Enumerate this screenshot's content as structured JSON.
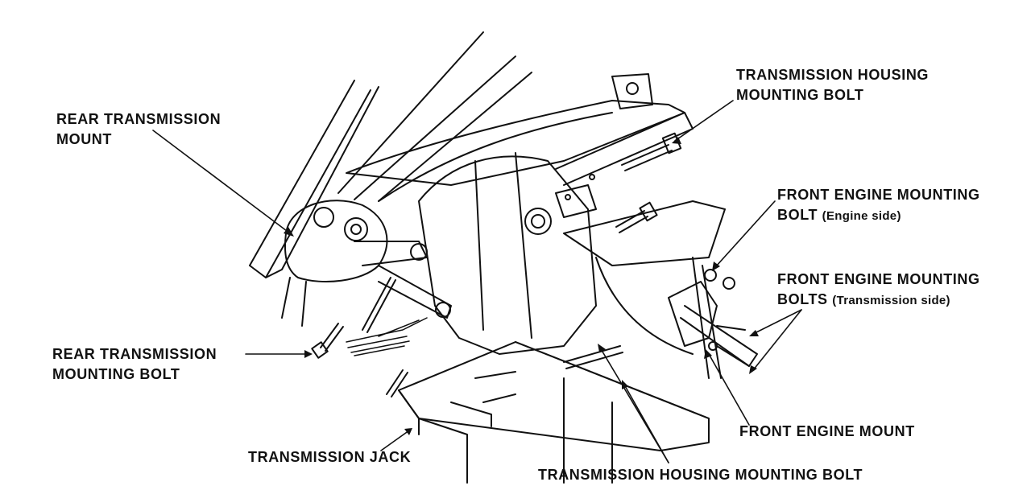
{
  "callouts": {
    "rear_transmission_mount": {
      "line1": "REAR TRANSMISSION",
      "line2": "MOUNT"
    },
    "transmission_housing_bolt_top": {
      "line1": "TRANSMISSION HOUSING",
      "line2": "MOUNTING BOLT"
    },
    "front_engine_bolt_engine_side": {
      "line1": "FRONT ENGINE MOUNTING",
      "line2": "BOLT",
      "line2_sub": "(Engine side)"
    },
    "front_engine_bolts_trans_side": {
      "line1": "FRONT ENGINE MOUNTING",
      "line2": "BOLTS",
      "line2_sub": "(Transmission side)"
    },
    "rear_transmission_bolt": {
      "line1": "REAR TRANSMISSION",
      "line2": "MOUNTING BOLT"
    },
    "front_engine_mount": {
      "line1": "FRONT ENGINE MOUNT"
    },
    "transmission_jack": {
      "line1": "TRANSMISSION JACK"
    },
    "transmission_housing_bolt_bottom": {
      "line1": "TRANSMISSION HOUSING MOUNTING BOLT"
    }
  },
  "colors": {
    "ink": "#111111",
    "paper": "#ffffff"
  }
}
